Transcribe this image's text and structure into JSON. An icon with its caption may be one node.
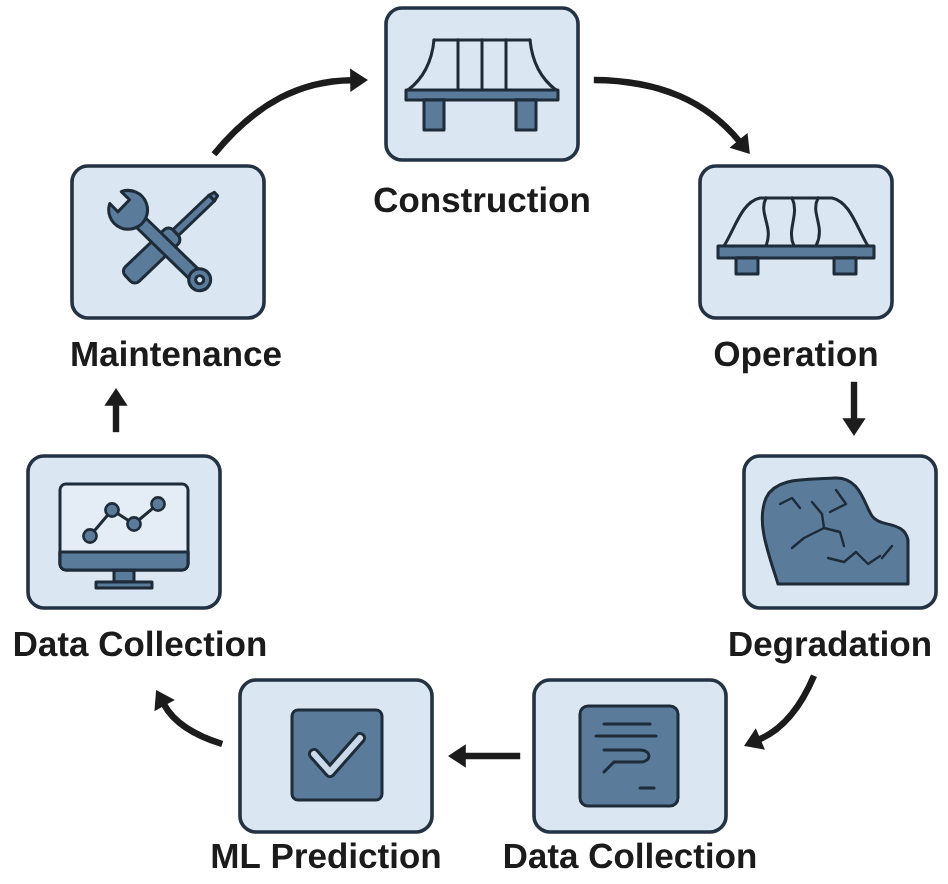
{
  "diagram": {
    "nodes": [
      {
        "text": [
          "Construction"
        ]
      },
      {
        "text": [
          "Operation"
        ]
      },
      {
        "text": [
          "Degradation"
        ]
      },
      {
        "text": [
          "Data Collection"
        ]
      },
      {
        "text": [
          "ML Prediction"
        ]
      },
      {
        "text": [
          "Data Collection"
        ]
      },
      {
        "text": [
          "Maintenance"
        ]
      }
    ],
    "edges": [
      {
        "from": 0,
        "to": 1,
        "arrow": "to"
      },
      {
        "from": 1,
        "to": 2,
        "arrow": "to"
      },
      {
        "from": 2,
        "to": 3,
        "arrow": "to"
      },
      {
        "from": 3,
        "to": 4,
        "arrow": "to"
      },
      {
        "from": 4,
        "to": 5,
        "arrow": "to"
      },
      {
        "from": 5,
        "to": 6,
        "arrow": "to"
      },
      {
        "from": 6,
        "to": 0,
        "arrow": "to"
      }
    ]
  }
}
